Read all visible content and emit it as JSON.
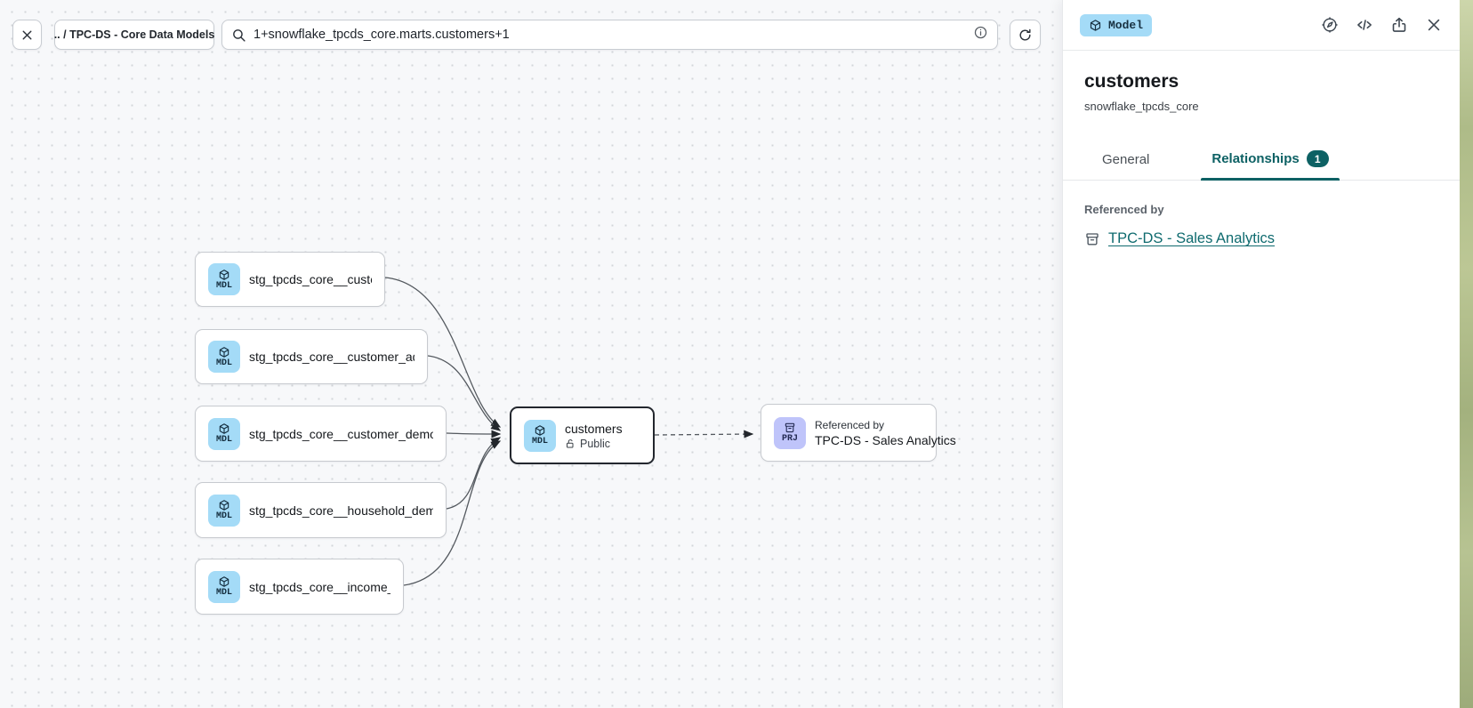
{
  "toolbar": {
    "breadcrumb": ".. / TPC-DS - Core Data Models",
    "search_value": "1+snowflake_tpcds_core.marts.customers+1"
  },
  "panel": {
    "type_badge": "Model",
    "title": "customers",
    "subtitle": "snowflake_tpcds_core",
    "tabs": {
      "general": {
        "label": "General"
      },
      "relationships": {
        "label": "Relationships",
        "count": "1"
      }
    },
    "section_label": "Referenced by",
    "reference_link": "TPC-DS - Sales Analytics"
  },
  "canvas": {
    "nodes": [
      {
        "badge": "MDL",
        "label": "stg_tpcds_core__customer"
      },
      {
        "badge": "MDL",
        "label": "stg_tpcds_core__customer_address"
      },
      {
        "badge": "MDL",
        "label": "stg_tpcds_core__customer_demogra…"
      },
      {
        "badge": "MDL",
        "label": "stg_tpcds_core__household_demogr…"
      },
      {
        "badge": "MDL",
        "label": "stg_tpcds_core__income_band"
      }
    ],
    "center_node": {
      "badge": "MDL",
      "title": "customers",
      "visibility": "Public"
    },
    "right_node": {
      "badge": "PRJ",
      "kicker": "Referenced by",
      "title": "TPC-DS - Sales Analytics"
    }
  },
  "icons": {
    "toolbar": [
      "close-icon",
      "search-icon",
      "info-icon",
      "refresh-icon"
    ],
    "panel_header": [
      "cube-icon",
      "compass-icon",
      "code-icon",
      "share-icon",
      "close-icon"
    ],
    "nodes": [
      "cube-icon",
      "unlock-icon",
      "archive-icon"
    ]
  },
  "colors": {
    "accent": "#0d6164",
    "model-badge": "#a4dbf7",
    "project-badge": "#bfc4fa",
    "edge": "#54595f",
    "canvas-bg": "#f7f8fa"
  }
}
